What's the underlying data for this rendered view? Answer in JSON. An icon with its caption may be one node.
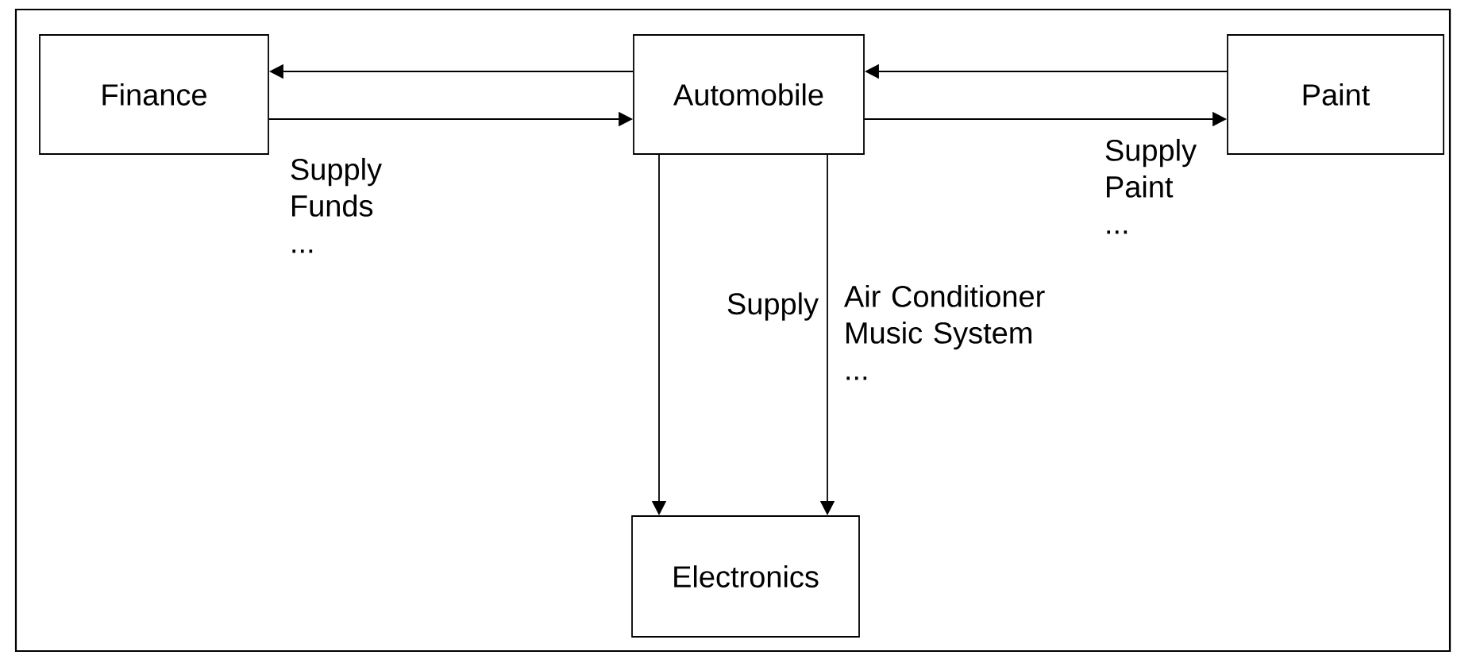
{
  "diagram": {
    "nodes": [
      {
        "text": [
          "Finance"
        ]
      },
      {
        "text": [
          "Automobile"
        ]
      },
      {
        "text": [
          "Paint"
        ]
      },
      {
        "text": [
          "Electronics"
        ]
      }
    ],
    "edges": [
      {
        "from": 1,
        "to": 0,
        "arrow": "to"
      },
      {
        "from": 0,
        "to": 1,
        "arrow": "to",
        "label": "Supply Funds ..."
      },
      {
        "from": 2,
        "to": 1,
        "arrow": "to"
      },
      {
        "from": 1,
        "to": 2,
        "arrow": "to",
        "label": "Supply Paint ..."
      },
      {
        "from": 1,
        "to": 3,
        "arrow": "to"
      },
      {
        "from": 1,
        "to": 3,
        "arrow": "to",
        "label": "Supply"
      }
    ],
    "labels": [
      "Air Conditioner Music System ..."
    ]
  }
}
